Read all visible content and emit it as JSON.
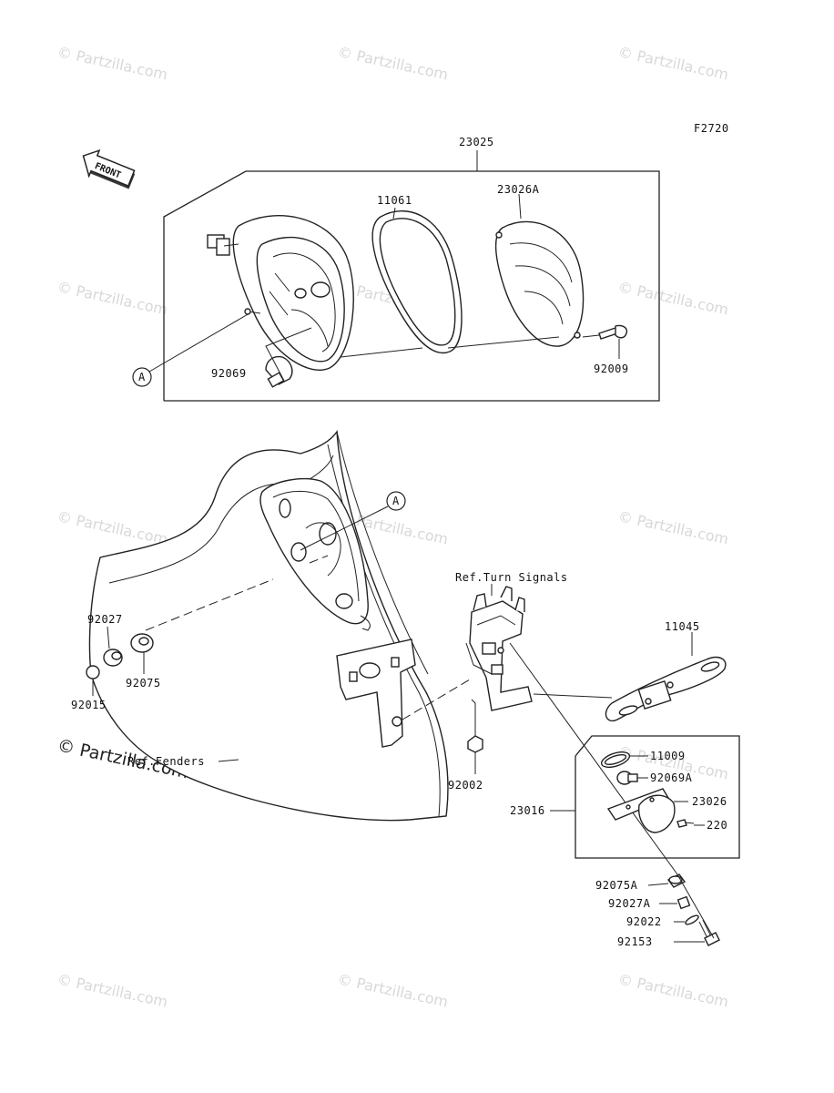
{
  "figure_code": "F2720",
  "front_label": "FRONT",
  "ref_a": "A",
  "watermark": {
    "small": "© Partzilla.com",
    "large": "© Partzilla.com"
  },
  "parts": {
    "p23025": "23025",
    "p11061": "11061",
    "p23026A": "23026A",
    "p92069": "92069",
    "p92009": "92009",
    "ref_turn_signals": "Ref.Turn Signals",
    "p11045": "11045",
    "p92027": "92027",
    "p92075": "92075",
    "p92015": "92015",
    "ref_fenders": "Ref.Fenders",
    "p11009": "11009",
    "p92069A": "92069A",
    "p23016": "23016",
    "p23026": "23026",
    "p220": "220",
    "p92002": "92002",
    "p92075A": "92075A",
    "p92027A": "92027A",
    "p92022": "92022",
    "p92153": "92153"
  }
}
